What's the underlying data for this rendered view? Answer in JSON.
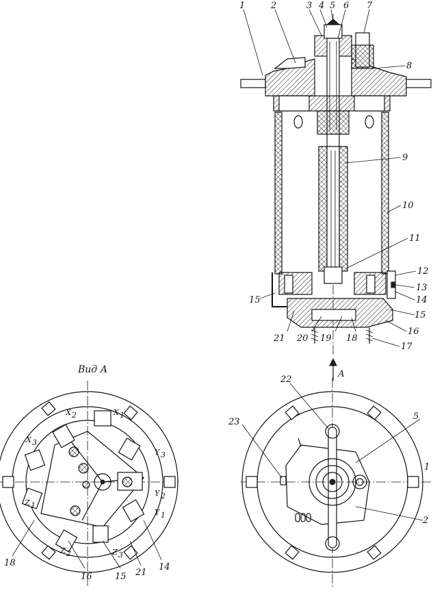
{
  "view_title": "Вид А",
  "arrow_label": "А",
  "section_labels": {
    "1": "1",
    "2": "2",
    "3": "3",
    "4": "4",
    "5": "5",
    "6": "6",
    "7": "7",
    "8": "8",
    "9": "9",
    "10": "10",
    "11": "11",
    "12": "12",
    "13": "13",
    "14": "14",
    "15a": "15",
    "15b": "15",
    "16": "16",
    "17": "17",
    "18": "18",
    "19": "19",
    "20": "20",
    "21": "21"
  },
  "view_a_labels": {
    "x1": "X",
    "x1s": "1",
    "x2": "X",
    "x2s": "2",
    "x3": "X",
    "x3s": "3",
    "y1": "Y",
    "y1s": "1",
    "y2": "Y",
    "y2s": "2",
    "y3": "Y",
    "y3s": "3",
    "z1": "Z",
    "z1s": "1",
    "z2": "Z",
    "z2s": "2",
    "z3": "Z",
    "z3s": "3",
    "n18": "18",
    "n16": "16",
    "n15": "15",
    "n21": "21",
    "n14": "14"
  },
  "bottom_view_labels": {
    "n22": "22",
    "n23": "23",
    "n5": "5",
    "n1": "1",
    "n2": "2"
  }
}
